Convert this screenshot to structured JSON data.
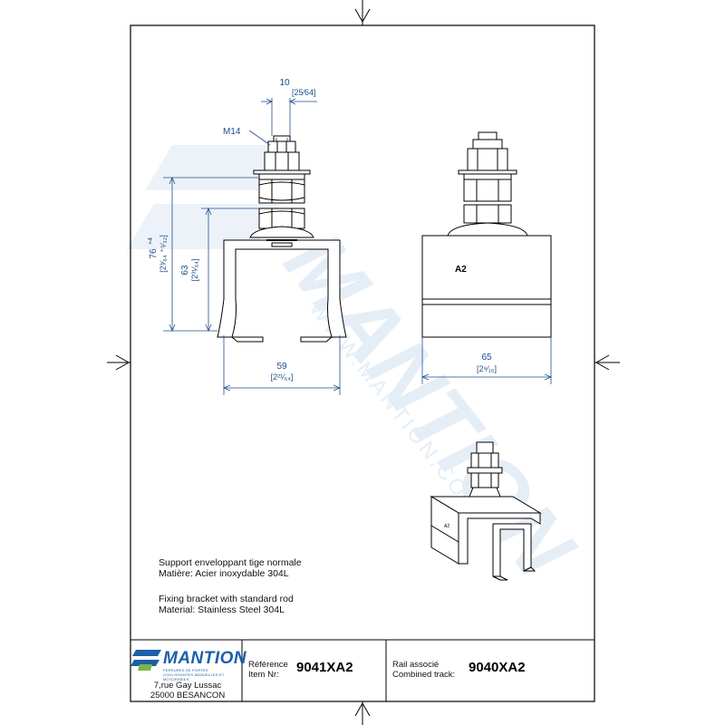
{
  "dimensions": {
    "rod_width": "10",
    "rod_width_in": "[25⁄64]",
    "thread": "M14",
    "total_height": "76",
    "total_height_tol": "+4",
    "total_height_in": "[2³⁄₆₄ ⁺⁵⁄₃₂]",
    "body_height": "63",
    "body_height_in": "[2³¹⁄₆₄]",
    "bottom_width": "59",
    "bottom_width_in": "[2²¹⁄₆₄]",
    "side_width": "65",
    "side_width_in": "[2⁹⁄₁₆]",
    "side_label": "A2",
    "iso_label": "A2"
  },
  "description": {
    "fr_line1": "Support enveloppant tige normale",
    "fr_line2": "Matière: Acier inoxydable 304L",
    "en_line1": "Fixing bracket with standard rod",
    "en_line2": "Material: Stainless Steel 304L"
  },
  "title_block": {
    "brand": "MANTION",
    "brand_tagline": "FERRURES DE PORTES COULISSANTES MANUELLES ET MOTORISEES",
    "address_line1": "7,rue Gay Lussac",
    "address_line2": "25000 BESANCON",
    "reference_label_fr": "Référence",
    "reference_label_en": "Item Nr:",
    "reference_value": "9041XA2",
    "rail_label_fr": "Rail associé",
    "rail_label_en": "Combined track:",
    "rail_value": "9040XA2"
  },
  "watermark": {
    "text": "MANTION",
    "url": "WWW.MANTION.COM"
  },
  "colors": {
    "dimension": "#1f4f8c",
    "brand": "#1d5fa8",
    "watermark": "#dbe7f3"
  }
}
